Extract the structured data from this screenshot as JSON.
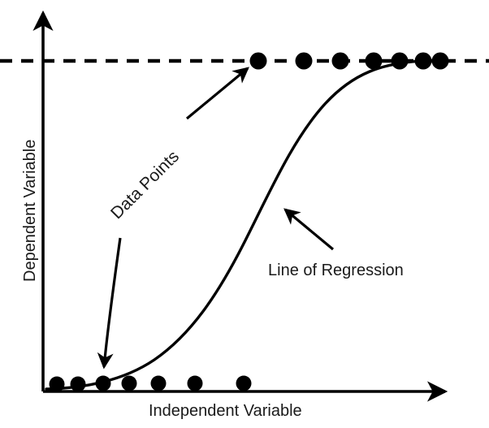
{
  "chart_data": {
    "type": "scatter",
    "title": "",
    "xlabel": "Independent Variable",
    "ylabel": "Dependent Variable",
    "xlim": [
      0,
      10
    ],
    "ylim": [
      0,
      1
    ],
    "grid": false,
    "legend_position": "none",
    "series": [
      {
        "name": "Data Points",
        "type": "scatter",
        "marker": "filled-circle",
        "color": "#000000",
        "points": [
          {
            "x": 0.3,
            "y": 0.0
          },
          {
            "x": 0.9,
            "y": 0.0
          },
          {
            "x": 1.6,
            "y": 0.0
          },
          {
            "x": 2.3,
            "y": 0.0
          },
          {
            "x": 3.1,
            "y": 0.0
          },
          {
            "x": 4.1,
            "y": 0.0
          },
          {
            "x": 5.4,
            "y": 0.0
          },
          {
            "x": 5.8,
            "y": 1.0
          },
          {
            "x": 7.0,
            "y": 1.0
          },
          {
            "x": 8.0,
            "y": 1.0
          },
          {
            "x": 8.9,
            "y": 1.0
          },
          {
            "x": 9.6,
            "y": 1.0
          },
          {
            "x": 10.3,
            "y": 1.0
          },
          {
            "x": 10.8,
            "y": 1.0
          }
        ]
      },
      {
        "name": "Line of Regression",
        "type": "line",
        "color": "#000000",
        "shape": "logistic-sigmoid",
        "midpoint_x": 6.6,
        "steepness": 0.9,
        "asymptote_low": 0.0,
        "asymptote_high": 1.0
      }
    ],
    "reference_lines": [
      {
        "name": "upper-asymptote",
        "orientation": "horizontal",
        "value": 1.0,
        "style": "dashed",
        "color": "#000000"
      }
    ],
    "annotations": [
      {
        "name": "data-points-label",
        "text": "Data Points",
        "rotation_deg": -45,
        "arrows": [
          "to-top-left-data-point",
          "to-bottom-data-point"
        ]
      },
      {
        "name": "line-of-regression-label",
        "text": "Line of Regression",
        "rotation_deg": 0,
        "arrows": [
          "to-sigmoid-curve"
        ]
      }
    ]
  },
  "labels": {
    "y_axis": "Dependent Variable",
    "x_axis": "Independent Variable",
    "data_points": "Data Points",
    "line_of_regression": "Line of Regression"
  },
  "colors": {
    "ink": "#000000",
    "text": "#1a1a1a",
    "background": "#ffffff"
  }
}
